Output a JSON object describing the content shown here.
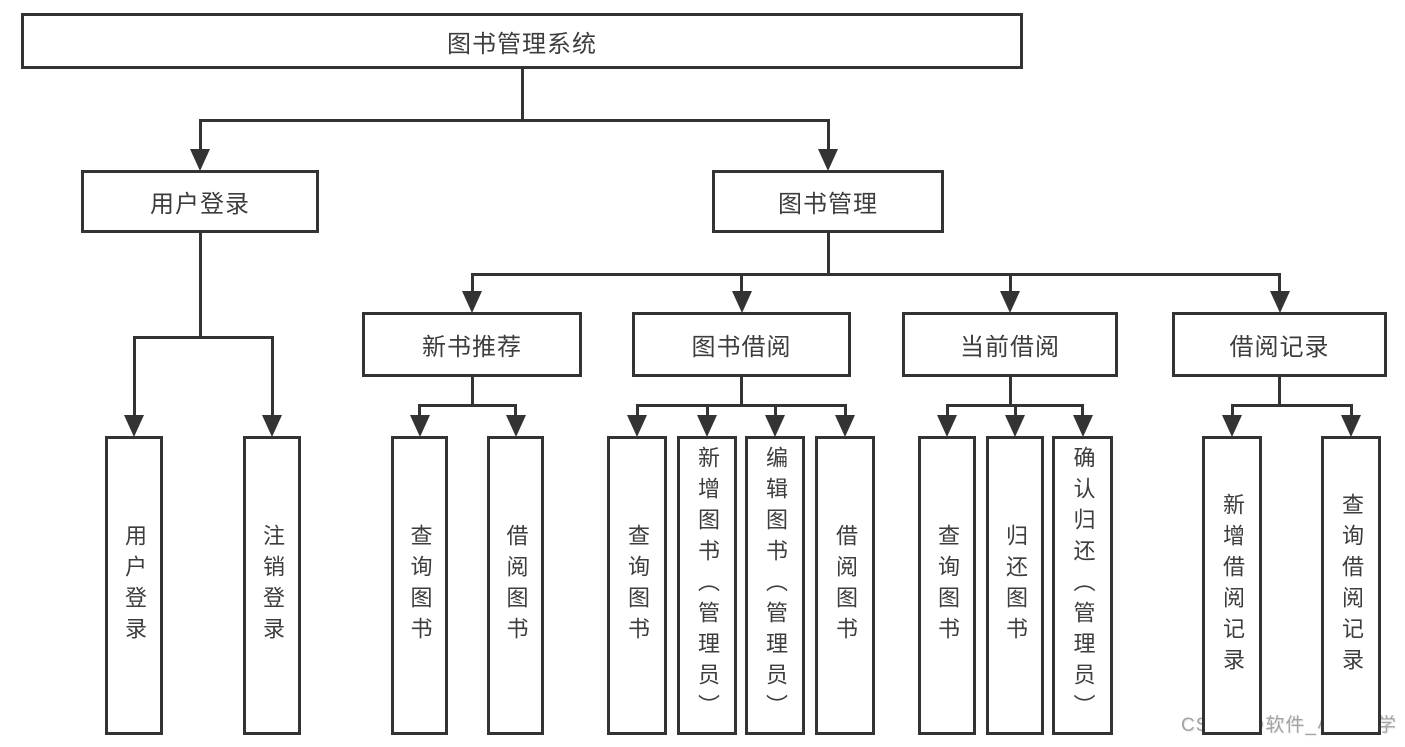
{
  "diagram": {
    "title": "图书管理系统",
    "type": "hierarchy-tree"
  },
  "nodes": [
    {
      "id": "root",
      "label": "图书管理系统"
    },
    {
      "id": "user-login",
      "label": "用户登录"
    },
    {
      "id": "book-mgmt",
      "label": "图书管理"
    },
    {
      "id": "new-book-rec",
      "label": "新书推荐"
    },
    {
      "id": "book-borrow",
      "label": "图书借阅"
    },
    {
      "id": "current-borrow",
      "label": "当前借阅"
    },
    {
      "id": "borrow-records",
      "label": "借阅记录"
    },
    {
      "id": "login",
      "label": "用户登录"
    },
    {
      "id": "logout",
      "label": "注销登录"
    },
    {
      "id": "query-book-1",
      "label": "查询图书"
    },
    {
      "id": "borrow-book-1",
      "label": "借阅图书"
    },
    {
      "id": "query-book-2",
      "label": "查询图书"
    },
    {
      "id": "add-book",
      "label": "新增图书（管理员）"
    },
    {
      "id": "edit-book",
      "label": "编辑图书（管理员）"
    },
    {
      "id": "borrow-book-2",
      "label": "借阅图书"
    },
    {
      "id": "query-book-3",
      "label": "查询图书"
    },
    {
      "id": "return-book",
      "label": "归还图书"
    },
    {
      "id": "confirm-return",
      "label": "确认归还（管理员）"
    },
    {
      "id": "add-borrow-record",
      "label": "新增借阅记录"
    },
    {
      "id": "query-borrow-record",
      "label": "查询借阅记录"
    }
  ],
  "edges": [
    {
      "parent": "root",
      "children": [
        "user-login",
        "book-mgmt"
      ]
    },
    {
      "parent": "user-login",
      "children": [
        "login",
        "logout"
      ]
    },
    {
      "parent": "book-mgmt",
      "children": [
        "new-book-rec",
        "book-borrow",
        "current-borrow",
        "borrow-records"
      ]
    },
    {
      "parent": "new-book-rec",
      "children": [
        "query-book-1",
        "borrow-book-1"
      ]
    },
    {
      "parent": "book-borrow",
      "children": [
        "query-book-2",
        "add-book",
        "edit-book",
        "borrow-book-2"
      ]
    },
    {
      "parent": "current-borrow",
      "children": [
        "query-book-3",
        "return-book",
        "confirm-return"
      ]
    },
    {
      "parent": "borrow-records",
      "children": [
        "add-borrow-record",
        "query-borrow-record"
      ]
    }
  ],
  "watermark": {
    "text": "CSDN @软件_小贺同学"
  },
  "colors": {
    "line": "#333333",
    "text": "#3d3d3d",
    "background": "#ffffff",
    "watermark": "#a3a3a3"
  }
}
